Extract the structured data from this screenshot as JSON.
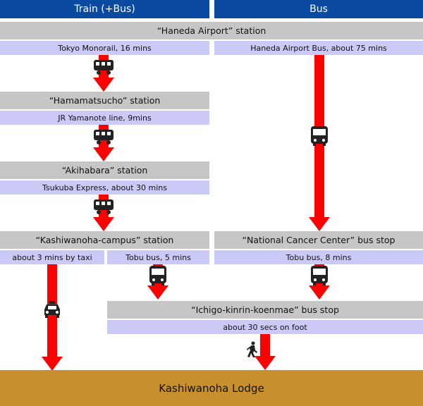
{
  "header": {
    "train_label": "Train (+Bus)",
    "bus_label": "Bus"
  },
  "stations": {
    "haneda": "“Haneda Airport” station",
    "hamamatsucho": "“Hamamatsucho” station",
    "akihabara": "“Akihabara” station",
    "kashiwanoha_campus": "“Kashiwanoha-campus” station",
    "national_cancer_center": "“National Cancer Center” bus stop",
    "ichigo": "“Ichigo-kinrin-koenmae” bus stop"
  },
  "routes": {
    "monorail": "Tokyo Monorail, 16 mins",
    "airport_bus": "Haneda Airport Bus, about 75 mins",
    "yamanote": "JR Yamanote line, 9mins",
    "tsukuba": "Tsukuba Express, about 30 mins",
    "taxi": "about 3 mins by taxi",
    "tobu_5": "Tobu bus, 5 mins",
    "tobu_8": "Tobu bus, 8 mins",
    "foot": "about 30 secs on foot"
  },
  "destination": "Kashiwanoha Lodge",
  "colors": {
    "header": "#0a4aa0",
    "station": "#c6c6c6",
    "route": "#cbcaf7",
    "arrow": "#ff0000",
    "destination": "#c8902c"
  }
}
